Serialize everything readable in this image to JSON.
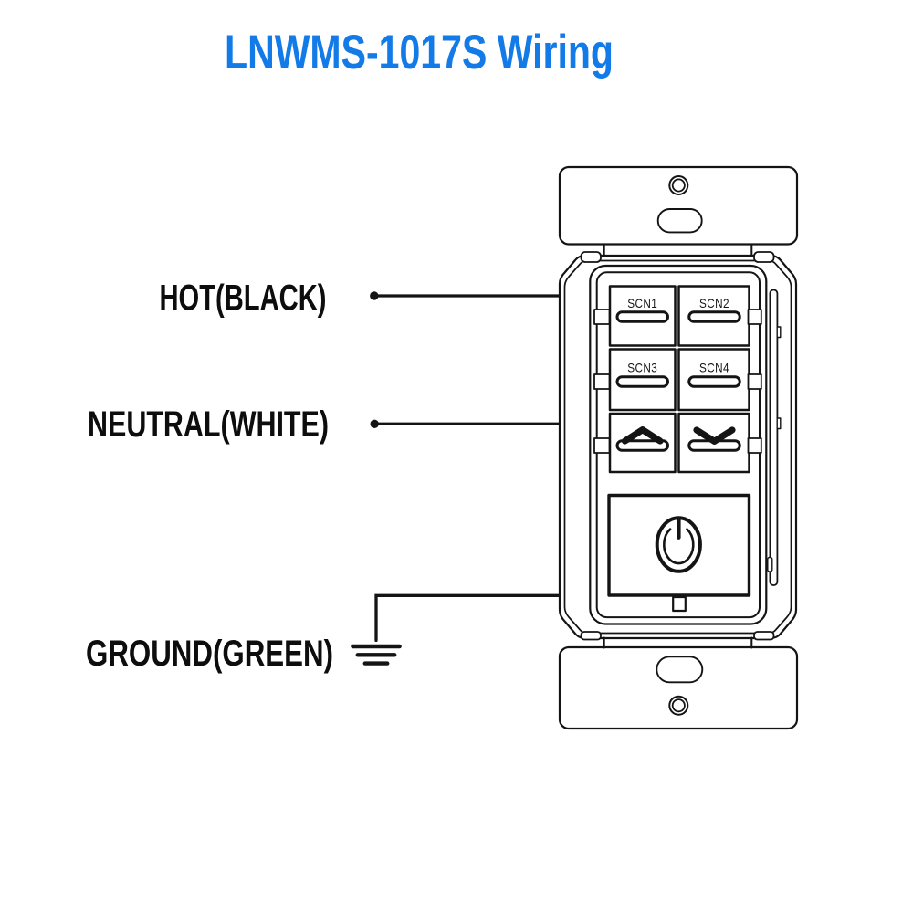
{
  "title": {
    "text": "LNWMS-1017S Wiring"
  },
  "wiring_labels": {
    "hot": "HOT(BLACK)",
    "neutral": "NEUTRAL(WHITE)",
    "ground": "GROUND(GREEN)"
  },
  "switch": {
    "scene_buttons": [
      {
        "label": "SCN1"
      },
      {
        "label": "SCN2"
      },
      {
        "label": "SCN3"
      },
      {
        "label": "SCN4"
      }
    ],
    "rocker_buttons": [
      {
        "icon": "chevron-up-icon"
      },
      {
        "icon": "chevron-down-icon"
      }
    ],
    "power_button": {
      "icon": "power-icon"
    }
  },
  "colors": {
    "title": "#127BE8",
    "line": "#141414",
    "text": "#0d0d0d"
  }
}
